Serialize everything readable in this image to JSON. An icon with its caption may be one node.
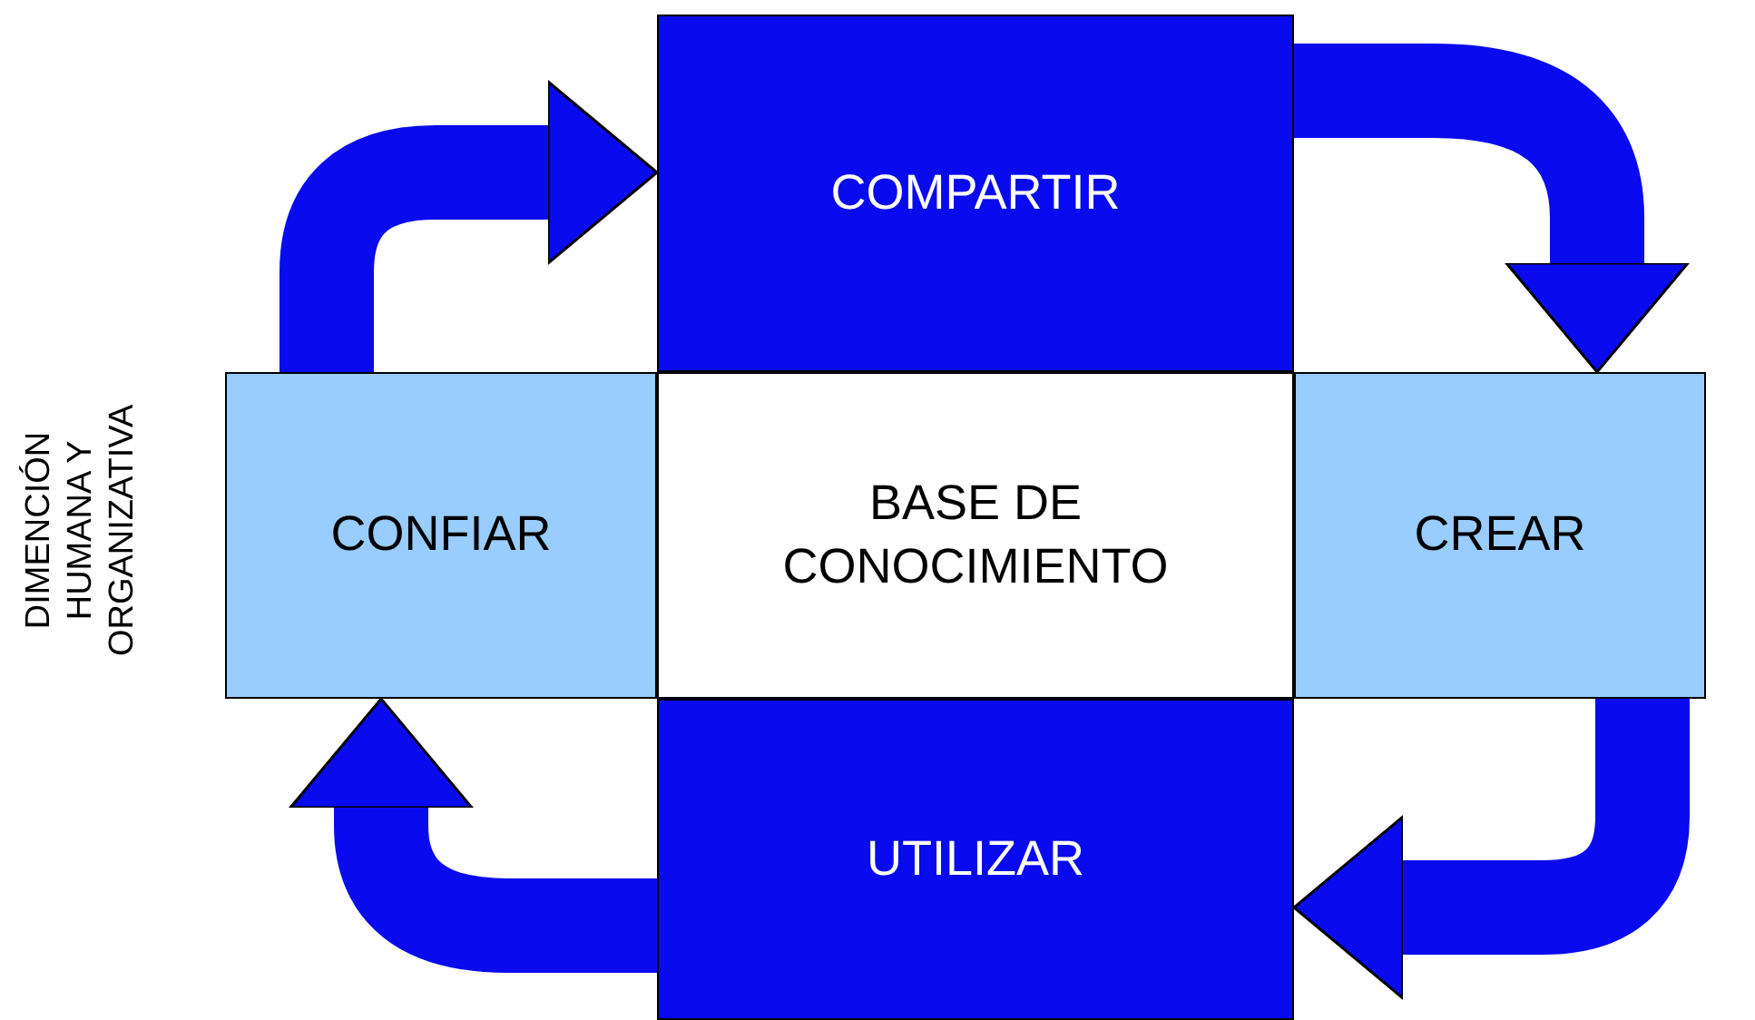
{
  "diagram": {
    "nodes": [
      {
        "text": [
          "COMPARTIR"
        ]
      },
      {
        "text": [
          "CONFIAR"
        ]
      },
      {
        "text": [
          "BASE DE CONOCIMIENTO"
        ]
      },
      {
        "text": [
          "CREAR"
        ]
      },
      {
        "text": [
          "UTILIZAR"
        ]
      }
    ],
    "edges": [
      {
        "from": 1,
        "to": 0,
        "arrow": "to"
      },
      {
        "from": 0,
        "to": 3,
        "arrow": "to"
      },
      {
        "from": 3,
        "to": 4,
        "arrow": "to"
      },
      {
        "from": 4,
        "to": 1,
        "arrow": "to"
      }
    ],
    "labels": [
      "DIMENCIÓN HUMANA Y ORGANIZATIVA"
    ]
  }
}
